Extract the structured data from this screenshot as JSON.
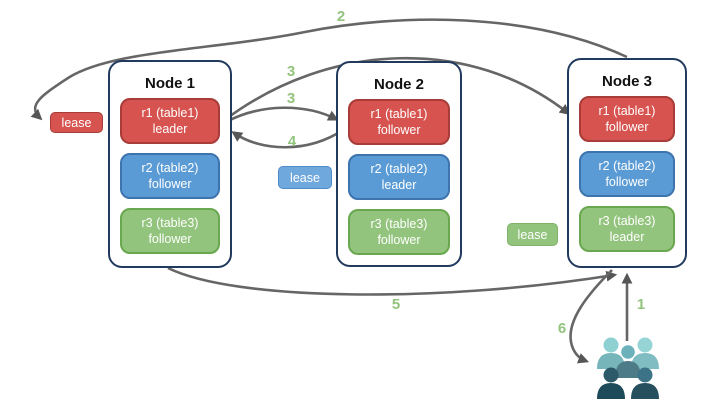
{
  "diagram_title": "",
  "nodes": [
    {
      "title": "Node 1",
      "replicas": [
        {
          "range": "r1 (table1)",
          "role": "leader",
          "color": "red"
        },
        {
          "range": "r2 (table2)",
          "role": "follower",
          "color": "blue"
        },
        {
          "range": "r3 (table3)",
          "role": "follower",
          "color": "green"
        }
      ]
    },
    {
      "title": "Node 2",
      "replicas": [
        {
          "range": "r1 (table1)",
          "role": "follower",
          "color": "red"
        },
        {
          "range": "r2 (table2)",
          "role": "leader",
          "color": "blue"
        },
        {
          "range": "r3 (table3)",
          "role": "follower",
          "color": "green"
        }
      ]
    },
    {
      "title": "Node 3",
      "replicas": [
        {
          "range": "r1 (table1)",
          "role": "follower",
          "color": "red"
        },
        {
          "range": "r2 (table2)",
          "role": "follower",
          "color": "blue"
        },
        {
          "range": "r3 (table3)",
          "role": "leader",
          "color": "green"
        }
      ]
    }
  ],
  "leases": [
    {
      "label": "lease",
      "color": "red"
    },
    {
      "label": "lease",
      "color": "blue"
    },
    {
      "label": "lease",
      "color": "green"
    }
  ],
  "steps": {
    "s1": "1",
    "s2": "2",
    "s3a": "3",
    "s3b": "3",
    "s4": "4",
    "s5": "5",
    "s6": "6"
  },
  "icons": {
    "clients": "users-group-icon"
  },
  "colors": {
    "replica_red": "#d6534f",
    "replica_red_border": "#a83c38",
    "replica_blue": "#5b9bd5",
    "replica_blue_border": "#3d74ae",
    "replica_green": "#93c47d",
    "replica_green_border": "#6aa84f",
    "node_border": "#223a5e",
    "arrow_gray": "#666666",
    "step_label_green": "#93c47d",
    "clients_light_teal": "#8fd0d3",
    "clients_dark_teal": "#1e4b59"
  }
}
